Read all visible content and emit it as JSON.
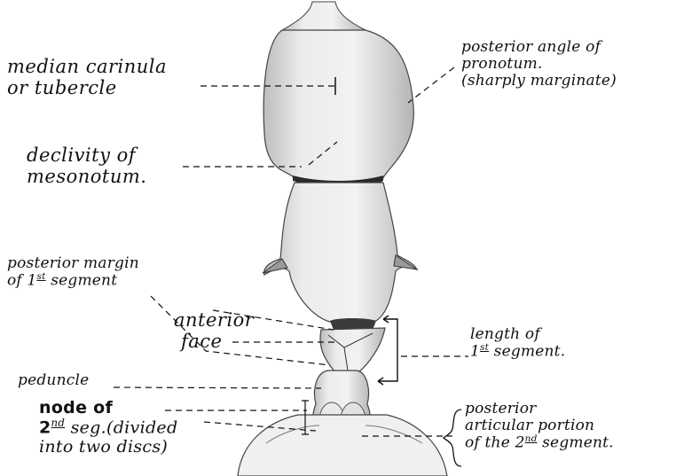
{
  "labels": {
    "median_carinula": [
      "median carinula",
      "or tubercle"
    ],
    "posterior_angle": [
      "posterior angle of",
      "pronotum.",
      "(sharply marginate)"
    ],
    "declivity": [
      "declivity of",
      "mesonotum."
    ],
    "posterior_margin": [
      "posterior margin",
      "of 1",
      "st",
      " segment"
    ],
    "anterior_face": [
      "anterior",
      "face"
    ],
    "length": [
      "length of",
      "1",
      "st",
      " segment."
    ],
    "peduncle": "peduncle",
    "node": [
      "node of",
      "2",
      "nd",
      " seg.(divided",
      "into two discs)"
    ],
    "posterior_articular": [
      "posterior",
      "articular portion",
      "of the 2",
      "nd",
      " segment."
    ]
  },
  "colors": {
    "ink": "#111111",
    "body_fill": "#e6e6e6",
    "body_shade": "#b9b9b9",
    "suture": "#2a2a2a"
  }
}
